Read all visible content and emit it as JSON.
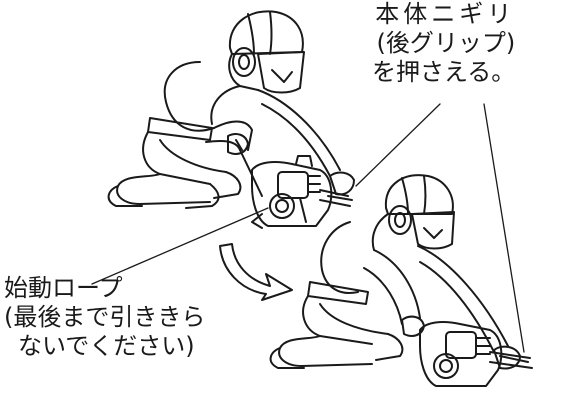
{
  "labels": {
    "grip_hold": {
      "line1": "本体ニギリ",
      "line2": "(後グリップ)",
      "line3": "を押さえる。"
    },
    "starter_rope": {
      "line1": "始動ロープ",
      "line2": "(最後まで引ききら",
      "line3": "ないでください)"
    }
  },
  "colors": {
    "ink": "#1a1a1a",
    "background": "#ffffff"
  }
}
